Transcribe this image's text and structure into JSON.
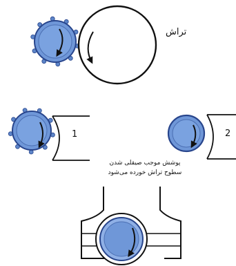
{
  "labels": {
    "grinding": "تراش",
    "step1": "1",
    "step2": "2",
    "caption_line1": "پوشش موجب صیقلی شدن",
    "caption_line2": "سطوح تراش خورده می‌شود"
  },
  "colors": {
    "part_fill": "#6f97d8",
    "part_edge": "#28458c",
    "tooth_fill": "#5d85c8",
    "rotation_arrow": "#111111",
    "outline": "#111111"
  },
  "icons": [
    "gear-part",
    "rotation-arrow",
    "grinding-wheel",
    "shaping-tool",
    "bearing-housing"
  ]
}
